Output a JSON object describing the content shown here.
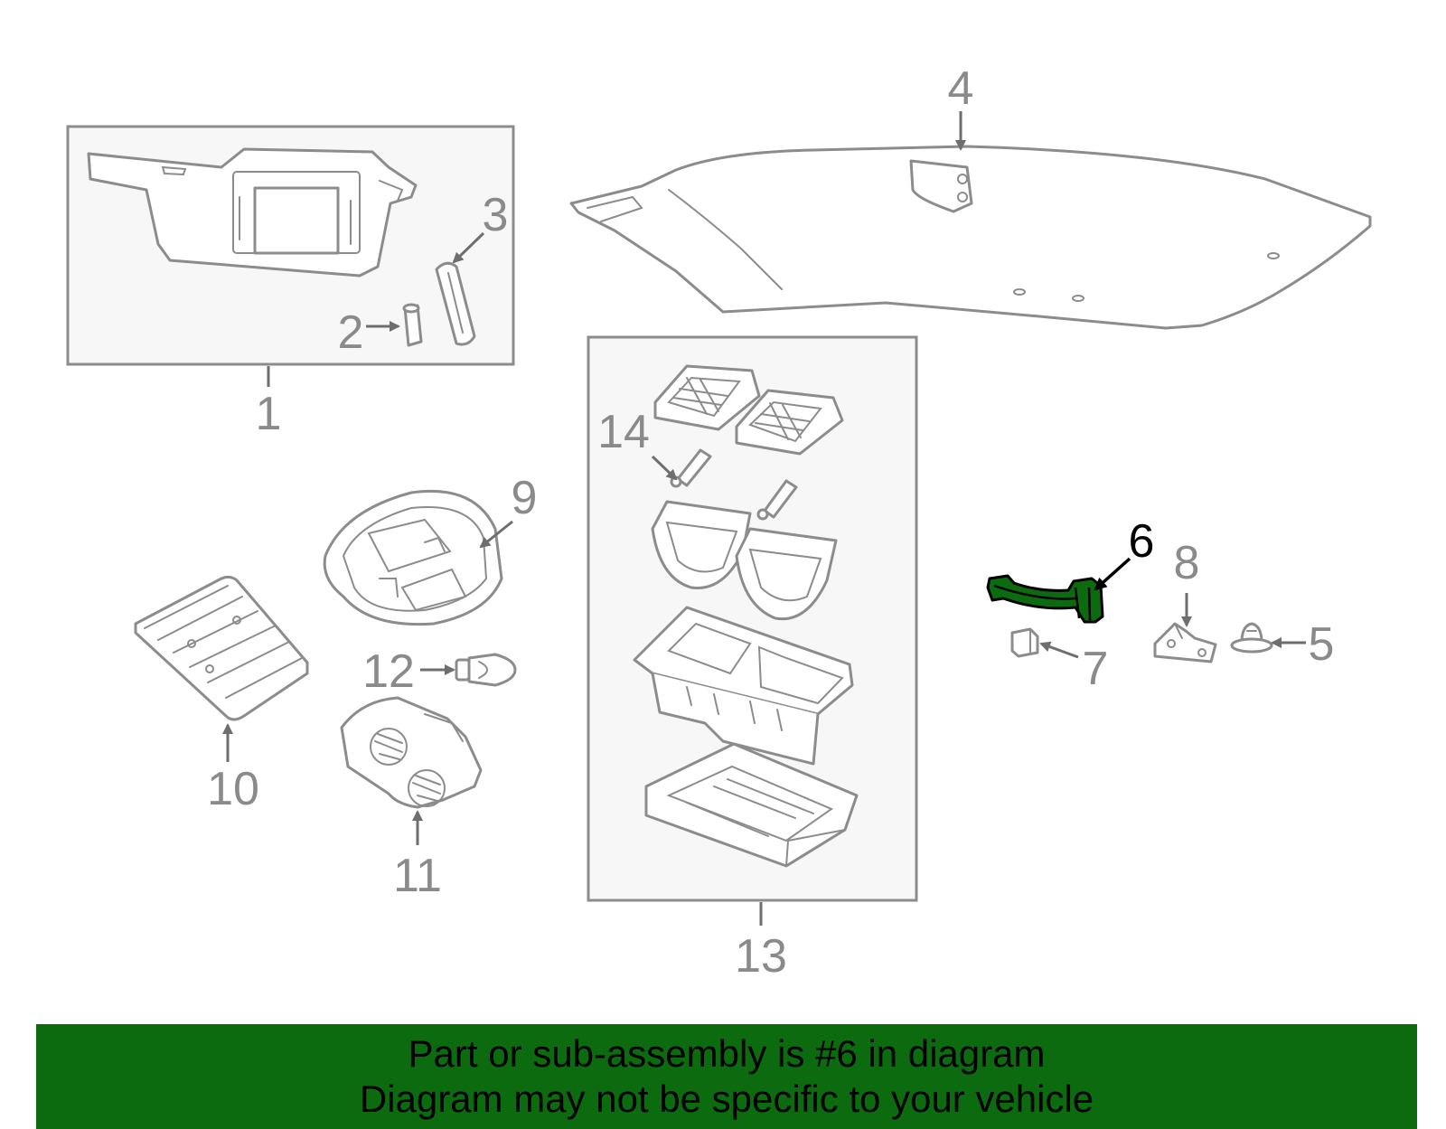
{
  "diagram": {
    "labels": [
      "1",
      "2",
      "3",
      "4",
      "5",
      "6",
      "7",
      "8",
      "9",
      "10",
      "11",
      "12",
      "13",
      "14"
    ],
    "highlighted_part": "6",
    "highlight_color": "#0c6b0f",
    "line_color": "#8c8c8c"
  },
  "banner": {
    "line1": "Part or sub-assembly is #6 in diagram",
    "line2": "Diagram may not be specific to your vehicle",
    "background": "#0c6b0f"
  }
}
